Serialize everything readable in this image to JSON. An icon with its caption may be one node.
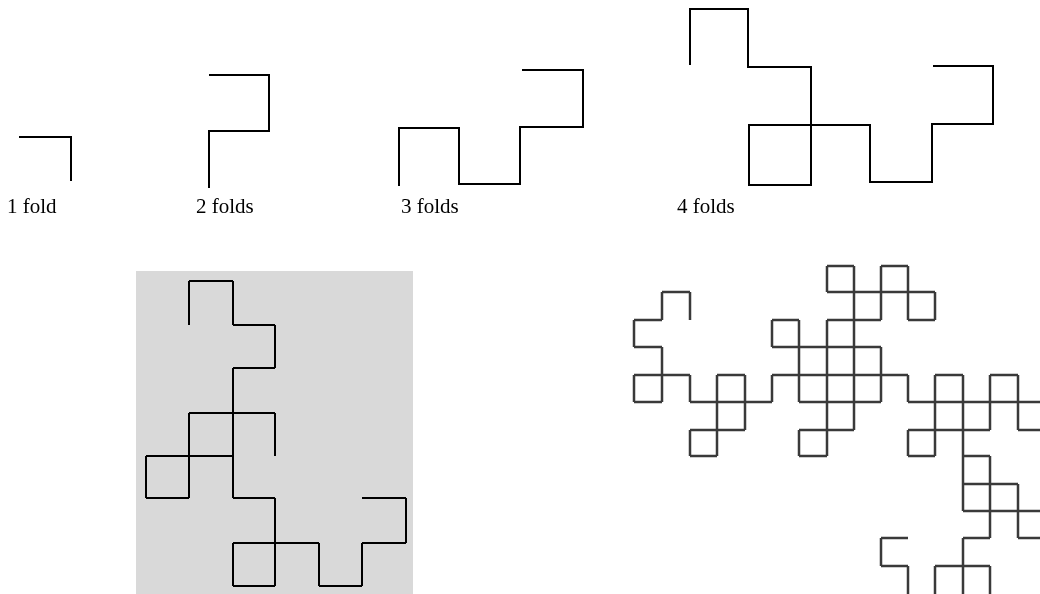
{
  "diagram": {
    "labels": [
      "1 fold",
      "2 folds",
      "3 folds",
      "4 folds"
    ]
  }
}
